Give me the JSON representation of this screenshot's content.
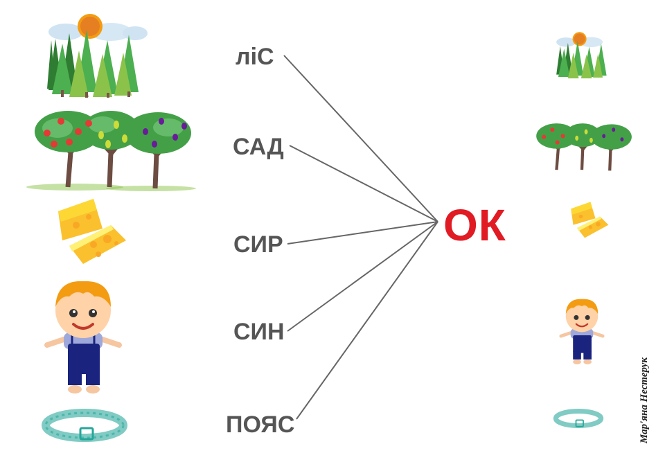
{
  "words": [
    {
      "id": "lis",
      "text": "ліС"
    },
    {
      "id": "sad",
      "text": "САД"
    },
    {
      "id": "syr",
      "text": "СИР"
    },
    {
      "id": "syn",
      "text": "СИН"
    },
    {
      "id": "poias",
      "text": "ПОЯС"
    }
  ],
  "suffix": "ОК",
  "author": "Мар'яна Нестерук",
  "colors": {
    "word": "#555555",
    "suffix": "#e01b24",
    "line": "#666666"
  },
  "icons": [
    "forest-icon",
    "orchard-icon",
    "cheese-icon",
    "boy-icon",
    "belt-icon"
  ]
}
